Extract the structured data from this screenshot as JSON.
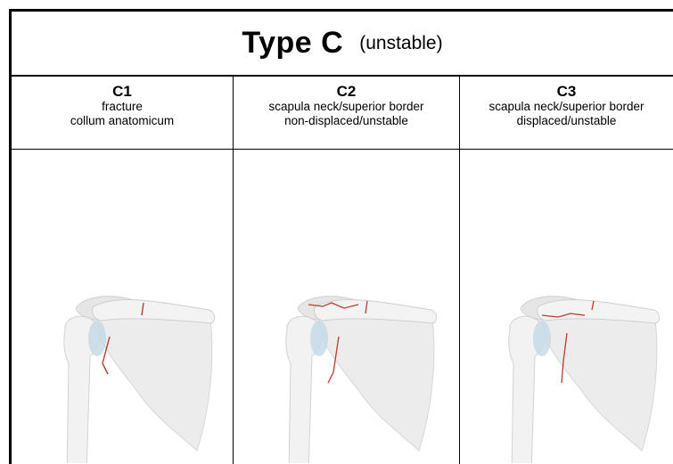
{
  "title": {
    "main": "Type C",
    "sub": "(unstable)"
  },
  "columns": [
    {
      "code": "C1",
      "lines": [
        "fracture",
        "collum anatomicum"
      ]
    },
    {
      "code": "C2",
      "lines": [
        "scapula neck/superior border",
        "non-displaced/unstable"
      ]
    },
    {
      "code": "C3",
      "lines": [
        "scapula neck/superior border",
        "displaced/unstable"
      ]
    }
  ],
  "colors": {
    "bone": "#ececec",
    "bone_shade": "#d9d9d9",
    "cartilage": "#c6dbe6",
    "fracture": "#c0392b"
  }
}
